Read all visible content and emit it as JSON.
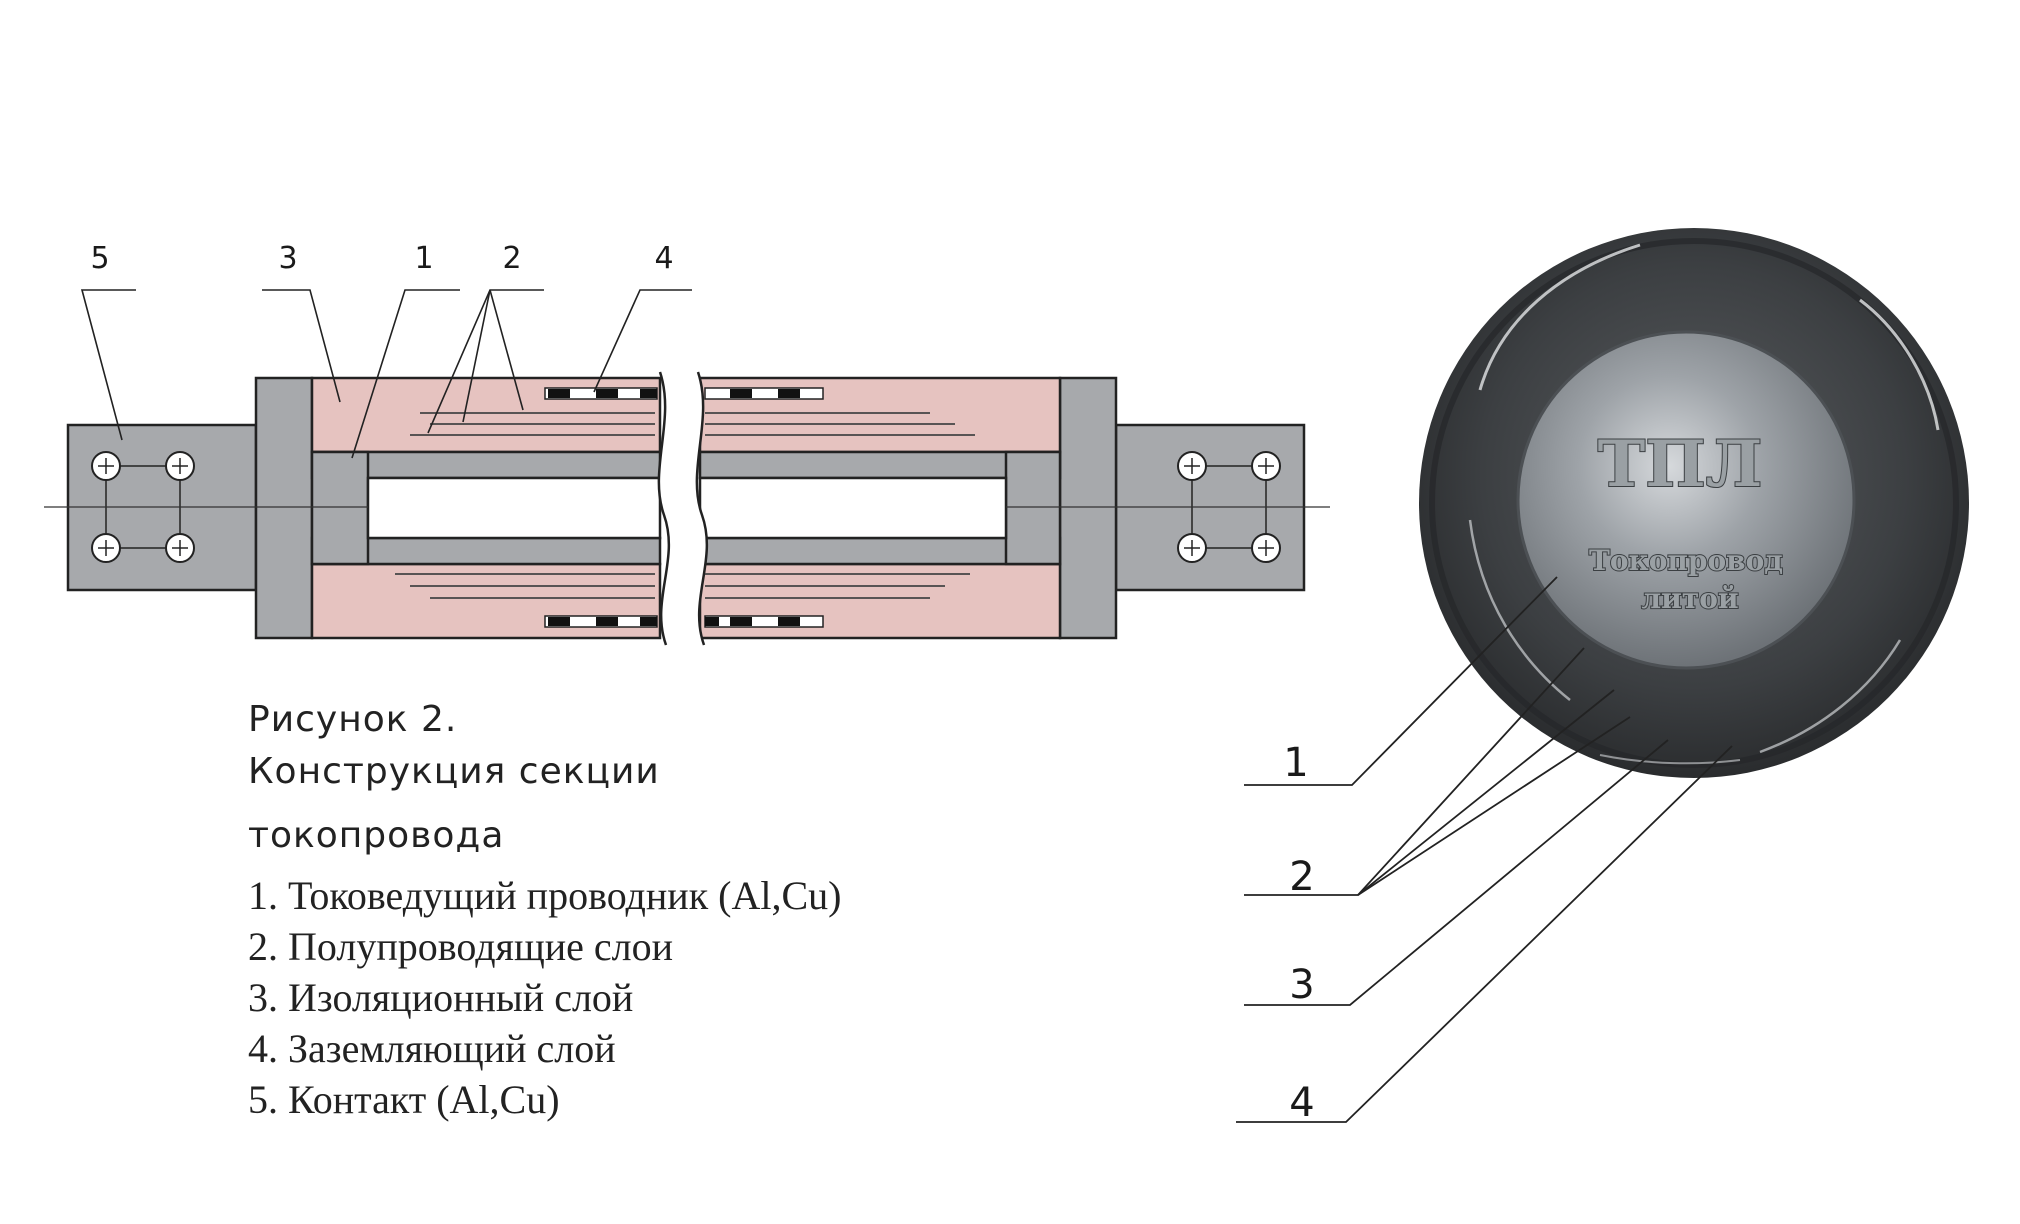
{
  "caption": {
    "line1": "Рисунок 2.",
    "line2": "Конструкция секции",
    "line3": "токопровода"
  },
  "legend": [
    "1. Токоведущий проводник (Al,Cu)",
    "2. Полупроводящие слои",
    "3. Изоляционный слой",
    "4. Заземляющий слой",
    "5. Контакт (Al,Cu)"
  ],
  "left_callouts": {
    "n5": "5",
    "n3": "3",
    "n1": "1",
    "n2": "2",
    "n4": "4"
  },
  "right_callouts": {
    "n1": "1",
    "n2": "2",
    "n3": "3",
    "n4": "4"
  },
  "photo": {
    "brand": "ТПЛ",
    "label_line1": "Токопровод",
    "label_line2": "литой"
  },
  "colors": {
    "steel": "#a7a9ac",
    "insulation": "#e6c3c0",
    "bore": "#ffffff",
    "outline": "#222222"
  }
}
